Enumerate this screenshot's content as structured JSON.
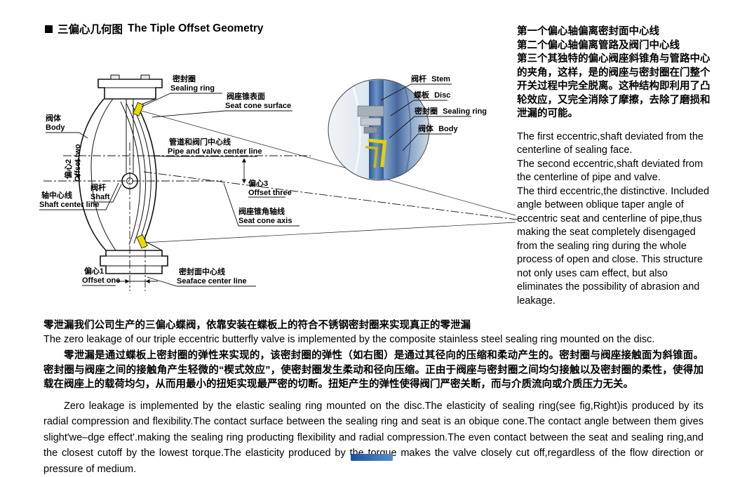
{
  "header": {
    "title_zh": "三偏心几何图",
    "title_en": "The Tiple Offset Geometry"
  },
  "diagram": {
    "main": {
      "sealing_ring": {
        "zh": "密封圈",
        "en": "Sealing ring"
      },
      "seat_cone_surface": {
        "zh": "阀座锥表面",
        "en": "Seat cone surface"
      },
      "body": {
        "zh": "阀体",
        "en": "Body"
      },
      "offset_two": {
        "zh": "偏心2",
        "en": "Offset two"
      },
      "pipe_valve_center_line": {
        "zh": "管道和阀门中心线",
        "en": "Pipe and valve center line"
      },
      "shaft_center_line": {
        "zh": "轴中心线",
        "en": "Shaft center line"
      },
      "shaft": {
        "zh": "阀杆",
        "en": "Shaft"
      },
      "offset_three": {
        "zh": "偏心3",
        "en": "Offset three"
      },
      "seat_cone_axis": {
        "zh": "阀座锥角轴线",
        "en": "Seat cone axis"
      },
      "offset_one": {
        "zh": "偏心1",
        "en": "Offset one"
      },
      "seaface_center_line": {
        "zh": "密封面中心线",
        "en": "Seaface center line"
      }
    },
    "detail": {
      "stem": {
        "zh": "阀杆",
        "en": "Stem"
      },
      "disc": {
        "zh": "蝶板",
        "en": "Disc"
      },
      "sealing_ring": {
        "zh": "密封圈",
        "en": "Sealing ring"
      },
      "body": {
        "zh": "阀体",
        "en": "Body"
      }
    }
  },
  "right_column": {
    "zh_lines": [
      "第一个偏心轴偏离密封面中心线",
      "第二个偏心轴偏离管路及阀门中心线",
      "第三个其独特的偏心阀座斜锥角与管路中心的夹角，这样，是的阀座与密封圈在门整个开关过程中完全脱离。这种结构即利用了凸轮效应，又完全消除了摩擦，去除了磨损和泄漏的可能。"
    ],
    "en_paras": [
      "The first eccentric,shaft deviated from the centerline of sealing face.",
      "The second eccentric,shaft deviated from the centerline of pipe and valve.",
      "The third eccentric,the distinctive. Included angle between oblique taper angle of eccentric seat and centerline of pipe,thus making the seat completely disengaged from the sealing ring during the whole process of open and close. This structure not only uses cam effect, but also eliminates the possibility of abrasion and leakage."
    ]
  },
  "bottom": {
    "zh_intro": "零泄漏我们公司生产的三偏心蝶阀，依靠安装在蝶板上的符合不锈钢密封圈来实现真正的零泄漏",
    "en_intro": "The zero leakage of our triple eccentric butterfly valve is implemented by the composite stainless steel sealing ring mounted on the disc.",
    "zh_para": "零泄漏是通过蝶板上密封圈的弹性来实现的，该密封圈的弹性（如右图）是通过其径向的压缩和柔动产生的。密封圈与阀座接触面为斜锥面。密封圈与阀座之间的接触角产生轻微的“楔式效应”，使密封圈发生柔动和径向压缩。正由于阀座与密封圈之间均匀接触以及密封圈的柔性，使得加载在阀座上的载荷均匀，从而用最小的扭矩实现最严密的切断。扭矩产生的弹性使得阀门严密关断，而与介质流向或介质压力无关。",
    "en_para": "Zero leakage is implemented by the elastic sealing ring mounted on the disc.The elasticity of sealing ring(see fig,Right)is produced by its radial compression and flexibility.The contact surface between the sealing ring and seat is an obique cone.The contact angle between them gives slight'we–dge effect'.making the sealing ring producting flexibility and radial compression.The even contact between the seat and sealing ring,and the closest cutoff by the lowest torque.The elasticity produced by the torque makes the valve closely cut off,regardless of the flow direction or pressure of medium."
  },
  "colors": {
    "sealing_ring_yellow": "#ecd900",
    "detail_blue": "#48699f",
    "footer_blue": "#1d4f9e"
  }
}
